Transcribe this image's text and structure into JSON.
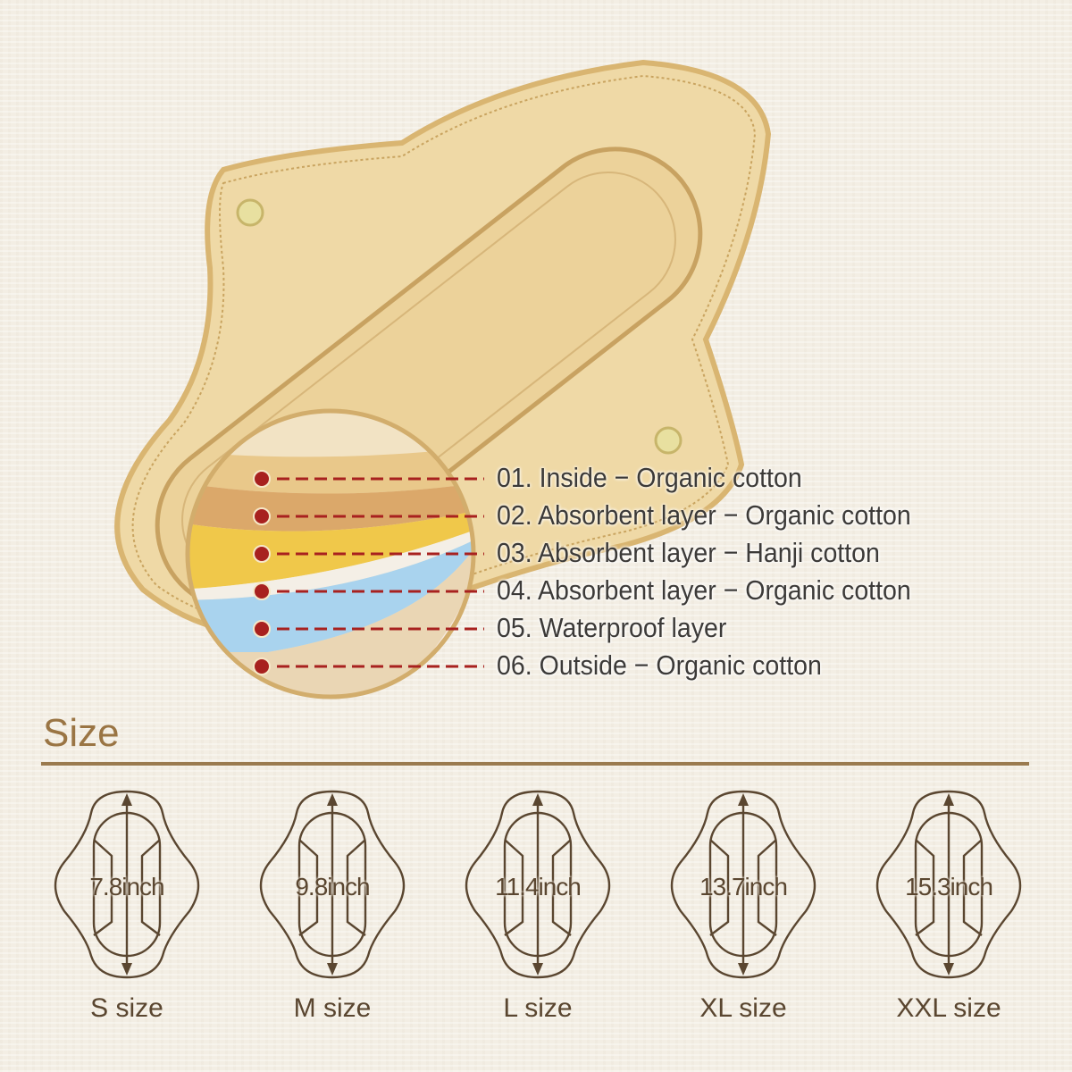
{
  "layers": [
    {
      "num": "01.",
      "text": "Inside − Organic cotton"
    },
    {
      "num": "02.",
      "text": "Absorbent layer − Organic cotton"
    },
    {
      "num": "03.",
      "text": "Absorbent layer − Hanji cotton"
    },
    {
      "num": "04.",
      "text": "Absorbent layer − Organic cotton"
    },
    {
      "num": "05.",
      "text": "Waterproof layer"
    },
    {
      "num": "06.",
      "text": "Outside − Organic cotton"
    }
  ],
  "size_section": {
    "title": "Size",
    "sizes": [
      {
        "length": "7.8inch",
        "name": "S size"
      },
      {
        "length": "9.8inch",
        "name": "M size"
      },
      {
        "length": "11.4inch",
        "name": "L size"
      },
      {
        "length": "13.7inch",
        "name": "XL size"
      },
      {
        "length": "15.3inch",
        "name": "XXL size"
      }
    ]
  },
  "colors": {
    "accent": "#9a7544",
    "marker": "#a8211f",
    "icon": "#5a4630"
  }
}
